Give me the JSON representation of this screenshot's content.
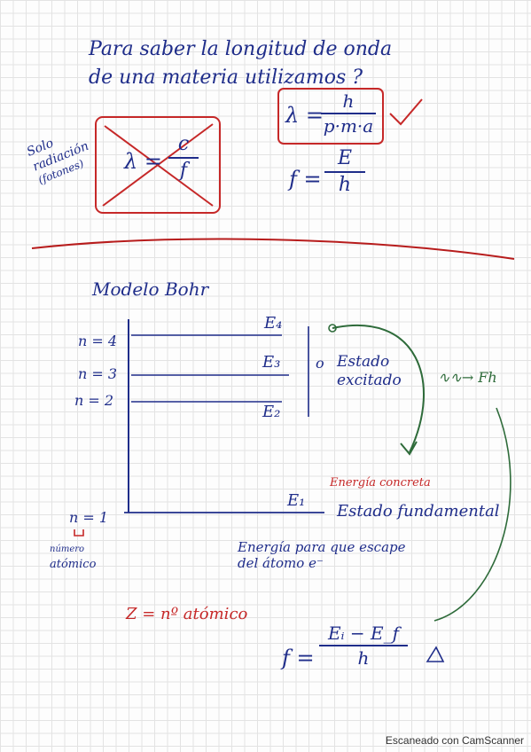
{
  "header": {
    "line1": "Para saber la longitud de onda",
    "line2": "de una materia utilizamos ?"
  },
  "formula_lambda": {
    "lhs": "λ =",
    "num": "h",
    "den": "p·m·a"
  },
  "formula_f": {
    "lhs": "f =",
    "num": "E",
    "den": "h"
  },
  "crossed_formula": {
    "lhs": "λ =",
    "num": "c",
    "den": "f"
  },
  "side_note": {
    "line1": "Solo",
    "line2": "radiación",
    "line3": "(fotones)"
  },
  "section_title": "Modelo Bohr",
  "levels": [
    {
      "n_label": "n = 4",
      "e_label": "E₄"
    },
    {
      "n_label": "n = 3",
      "e_label": "E₃"
    },
    {
      "n_label": "n = 2",
      "e_label": "E₂"
    },
    {
      "n_label": "n = 1",
      "e_label": "E₁"
    }
  ],
  "excited_state": {
    "line1": "Estado",
    "line2": "excitado"
  },
  "emission": "∿∿→ Fh",
  "energy_concept": "Energía concreta",
  "ground_state": "Estado fundamental",
  "atomic_note": {
    "line1": "número",
    "line2": "atómico"
  },
  "escape_note": {
    "line1": "Energía para que escape",
    "line2": "del átomo e⁻"
  },
  "z_note": "Z = nº atómico",
  "formula_freq": {
    "lhs": "f =",
    "num": "Eᵢ − E_f",
    "den": "h"
  },
  "footer": "Escaneado con CamScanner",
  "colors": {
    "ink_blue": "#1f2d8a",
    "ink_red": "#c62828",
    "ink_green": "#2e6b3a"
  }
}
